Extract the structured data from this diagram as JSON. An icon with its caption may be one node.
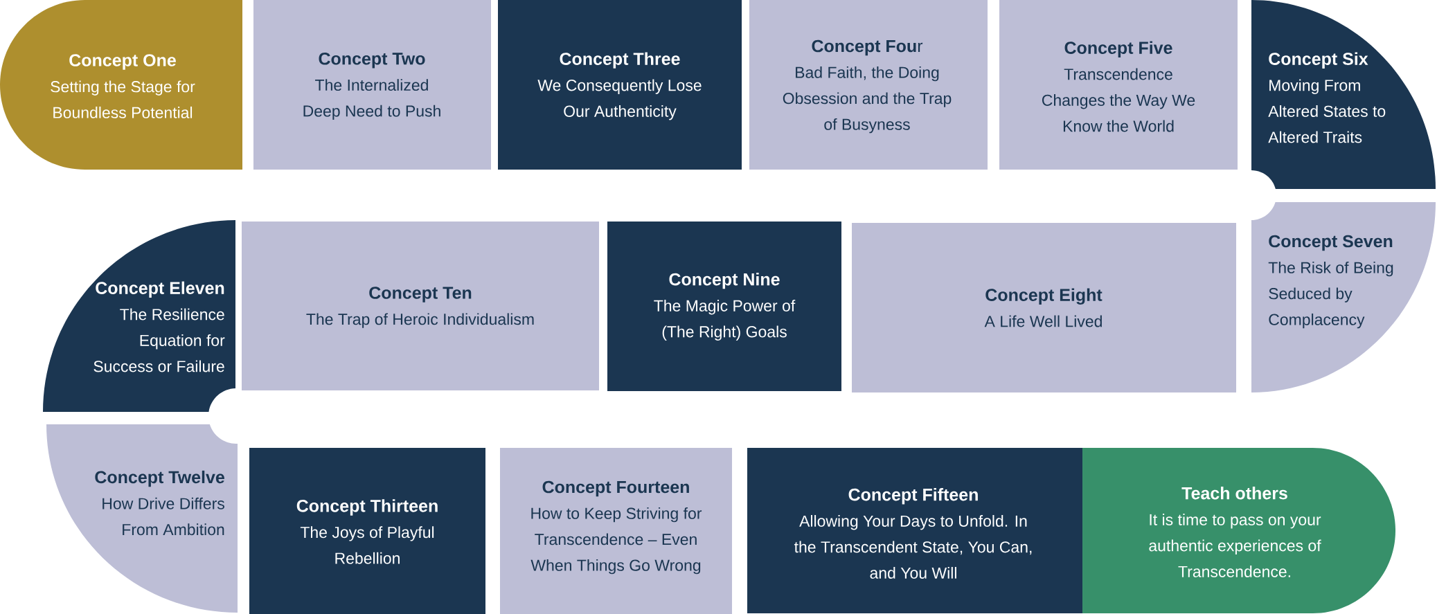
{
  "diagram": {
    "nodes": [
      {
        "text": [
          "Concept One",
          "Setting the Stage for Boundless Potential"
        ]
      },
      {
        "text": [
          "Concept Two",
          "The Internalized Deep Need to Push"
        ]
      },
      {
        "text": [
          "Concept Three",
          "We Consequently Lose Our Authenticity"
        ]
      },
      {
        "text": [
          "**Concept Fou**r",
          "Bad Faith, the Doing Obsession and the Trap of Busyness"
        ]
      },
      {
        "text": [
          "Concept Five",
          "Transcendence Changes the Way We Know the World"
        ]
      },
      {
        "text": [
          "Concept Six",
          "Moving From Altered States to Altered Traits"
        ]
      },
      {
        "text": [
          "Concept Seven",
          "The Risk of Being Seduced by Complacency"
        ]
      },
      {
        "text": [
          "Concept Eight",
          "A Life Well Lived"
        ]
      },
      {
        "text": [
          "Concept Nine",
          "The Magic Power of (The Right) Goals"
        ]
      },
      {
        "text": [
          "Concept Ten",
          "The Trap of Heroic Individualism"
        ]
      },
      {
        "text": [
          "Concept Eleven",
          "The Resilience Equation for Success or Failure"
        ]
      },
      {
        "text": [
          "Concept Twelve",
          "How Drive Differs From Ambition"
        ]
      },
      {
        "text": [
          "Concept Thirteen",
          "The Joys of Playful Rebellion"
        ]
      },
      {
        "text": [
          "Concept Fourteen",
          "How to Keep Striving for Transcendence – Even When Things Go Wrong"
        ]
      },
      {
        "text": [
          "Concept Fifteen",
          "Allowing Your Days to Unfold. In the Transcendent State, You Can, and You Will"
        ]
      },
      {
        "text": [
          "Teach others",
          "It is time to pass on your authentic experiences of Transcendence."
        ]
      }
    ]
  }
}
